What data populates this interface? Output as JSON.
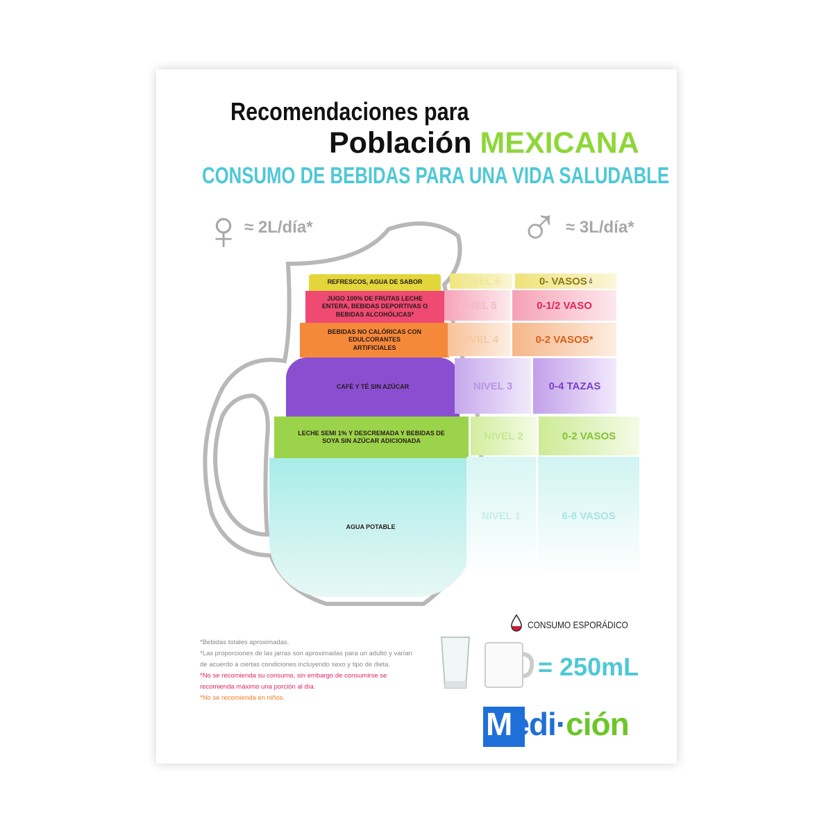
{
  "title": {
    "line1": "Recomendaciones para",
    "line2": "Población",
    "line2_accent": "MEXICANA",
    "subtitle": "CONSUMO DE BEBIDAS PARA UNA VIDA SALUDABLE"
  },
  "female": {
    "symbol": "♀",
    "amount": "≈ 2L/día*"
  },
  "male": {
    "symbol": "♂",
    "amount": "≈ 3L/día*"
  },
  "levels": [
    {
      "level": "NIVEL 6",
      "drink": "REFRESCOS, AGUA DE SABOR",
      "amount": "0- VASOS",
      "color": "#e2d63a"
    },
    {
      "level": "NIVEL 5",
      "drink": "JUGO 100% DE FRUTAS LECHE ENTERA, BEBIDAS DEPORTIVAS O BEBIDAS ALCOHÓLICAS*",
      "amount": "0-1/2 VASO",
      "color": "#ee4a72"
    },
    {
      "level": "NIVEL 4",
      "drink": "BEBIDAS NO CALÓRICAS CON EDULCORANTES ARTIFICIALES",
      "amount": "0-2 VASOS*",
      "color": "#f5893a"
    },
    {
      "level": "NIVEL 3",
      "drink": "CAFÉ Y TÉ SIN AZÚCAR",
      "amount": "0-4 TAZAS",
      "color": "#8a4fd0"
    },
    {
      "level": "NIVEL 2",
      "drink": "LECHE SEMI 1% Y DESCREMADA Y BEBIDAS DE SOYA SIN AZÚCAR ADICIONADA",
      "amount": "0-2 VASOS",
      "color": "#9bd44a"
    },
    {
      "level": "NIVEL 1",
      "drink": "AGUA POTABLE",
      "amount": "6-8 VASOS",
      "color": "#8fe6e2"
    }
  ],
  "legend": {
    "sporadic": "CONSUMO ESPORÁDICO",
    "equals": "= 250mL"
  },
  "notes": [
    "*Bebidas totales aproximadas.",
    "*Las proporciones de las jarras son aproximadas para un adulto y varían de acuerdo a ciertas condiciones incluyendo sexo y tipo de dieta.",
    "*No se recomienda su consumo, sin embargo de consumirse se recomienda máximo una porción al día.",
    "*No se recomienda en niños."
  ],
  "brand": "Medi·ción"
}
